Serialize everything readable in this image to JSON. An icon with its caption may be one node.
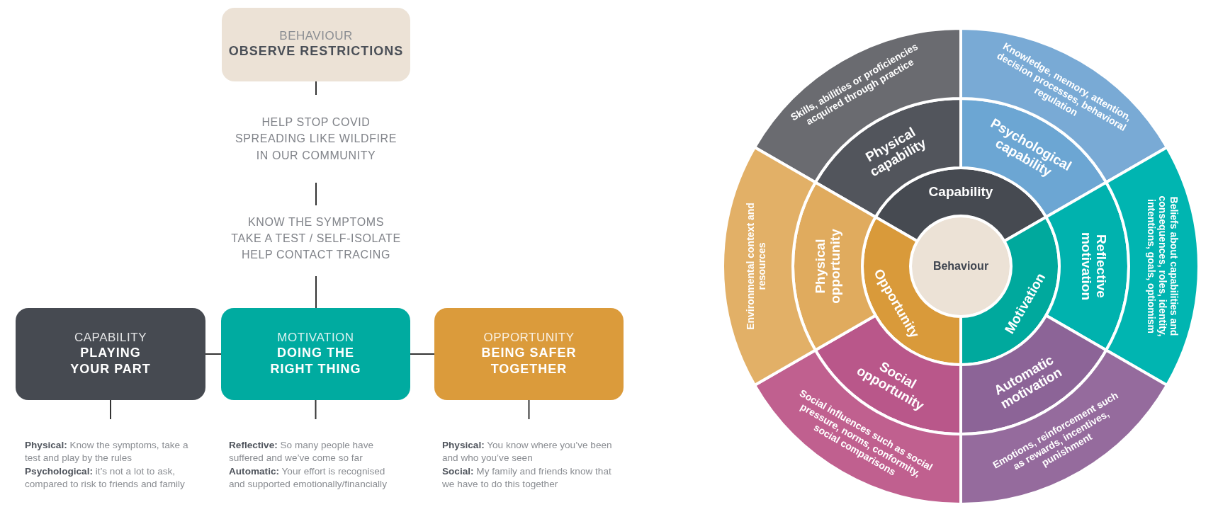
{
  "diagram": {
    "nodes": [
      {
        "text": [
          "BEHAVIOUR",
          "OBSERVE RESTRICTIONS"
        ]
      },
      {
        "text": [
          "HELP STOP COVID SPREADING LIKE WILDFIRE IN OUR COMMUNITY"
        ]
      },
      {
        "text": [
          "KNOW THE SYMPTOMS",
          "TAKE A TEST / SELF-ISOLATE",
          "HELP CONTACT TRACING"
        ]
      },
      {
        "text": [
          "CAPABILITY",
          "PLAYING YOUR PART"
        ]
      },
      {
        "text": [
          "MOTIVATION",
          "DOING THE RIGHT THING"
        ]
      },
      {
        "text": [
          "OPPORTUNITY",
          "BEING SAFER TOGETHER"
        ]
      },
      {
        "text": [
          "**Physical:** Know the symptoms, take a test and play by the rules",
          "**Psychological:** it’s not a lot to ask, compared to risk to friends and family"
        ]
      },
      {
        "text": [
          "**Reflective:** So many people have suffered and we’ve come so far",
          "**Automatic:** Your effort is recognised and supported emotionally/financially"
        ]
      },
      {
        "text": [
          "**Physical:** You know where you’ve been and who you’ve seen",
          "**Social:** My family and friends know that we have to do this together"
        ]
      },
      {
        "text": [
          "Behaviour"
        ]
      },
      {
        "text": [
          "Capability"
        ]
      },
      {
        "text": [
          "Motivation"
        ]
      },
      {
        "text": [
          "Opportunity"
        ]
      },
      {
        "text": [
          "Physical capability"
        ]
      },
      {
        "text": [
          "Psychological capability"
        ]
      },
      {
        "text": [
          "Reflective motivation"
        ]
      },
      {
        "text": [
          "Automatic motivation"
        ]
      },
      {
        "text": [
          "Social opportunity"
        ]
      },
      {
        "text": [
          "Physical opportunity"
        ]
      },
      {
        "text": [
          "Skills, abilities or proficiencies acquired through practice"
        ]
      },
      {
        "text": [
          "Knowledge, memory, attention, decision processes, behavioral regulation"
        ]
      },
      {
        "text": [
          "Beliefs about capabilities and consequences, roles, identity, intentions, goals, optiomism"
        ]
      },
      {
        "text": [
          "Emotions, reinforcement such as rewards, incentives, punishment"
        ]
      },
      {
        "text": [
          "Social influences such as social pressure, norms, conformity, social comparisons"
        ]
      },
      {
        "text": [
          "Environmental context and resources"
        ]
      }
    ],
    "edges": [
      {
        "from": 0,
        "to": 1,
        "arrow": "none"
      },
      {
        "from": 1,
        "to": 2,
        "arrow": "none"
      },
      {
        "from": 2,
        "to": 4,
        "arrow": "none"
      },
      {
        "from": 3,
        "to": 4,
        "arrow": "none"
      },
      {
        "from": 4,
        "to": 5,
        "arrow": "none"
      },
      {
        "from": 3,
        "to": 6,
        "arrow": "none"
      },
      {
        "from": 4,
        "to": 7,
        "arrow": "none"
      },
      {
        "from": 5,
        "to": 8,
        "arrow": "none"
      }
    ]
  }
}
